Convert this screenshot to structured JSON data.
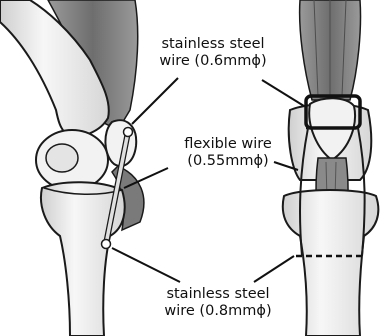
{
  "labels": {
    "top": {
      "line1": "stainless steel",
      "line2": "wire (0.6mmϕ)"
    },
    "middle": {
      "line1": "flexible wire",
      "line2": "(0.55mmϕ)"
    },
    "bottom": {
      "line1": "stainless steel",
      "line2": "wire (0.8mmϕ)"
    }
  },
  "colors": {
    "bone": "#f4f4f4",
    "muscle": "#8a8a8a",
    "muscle_light": "#bdbdbd",
    "outline": "#1a1a1a",
    "wire": "#d9d9d9"
  }
}
